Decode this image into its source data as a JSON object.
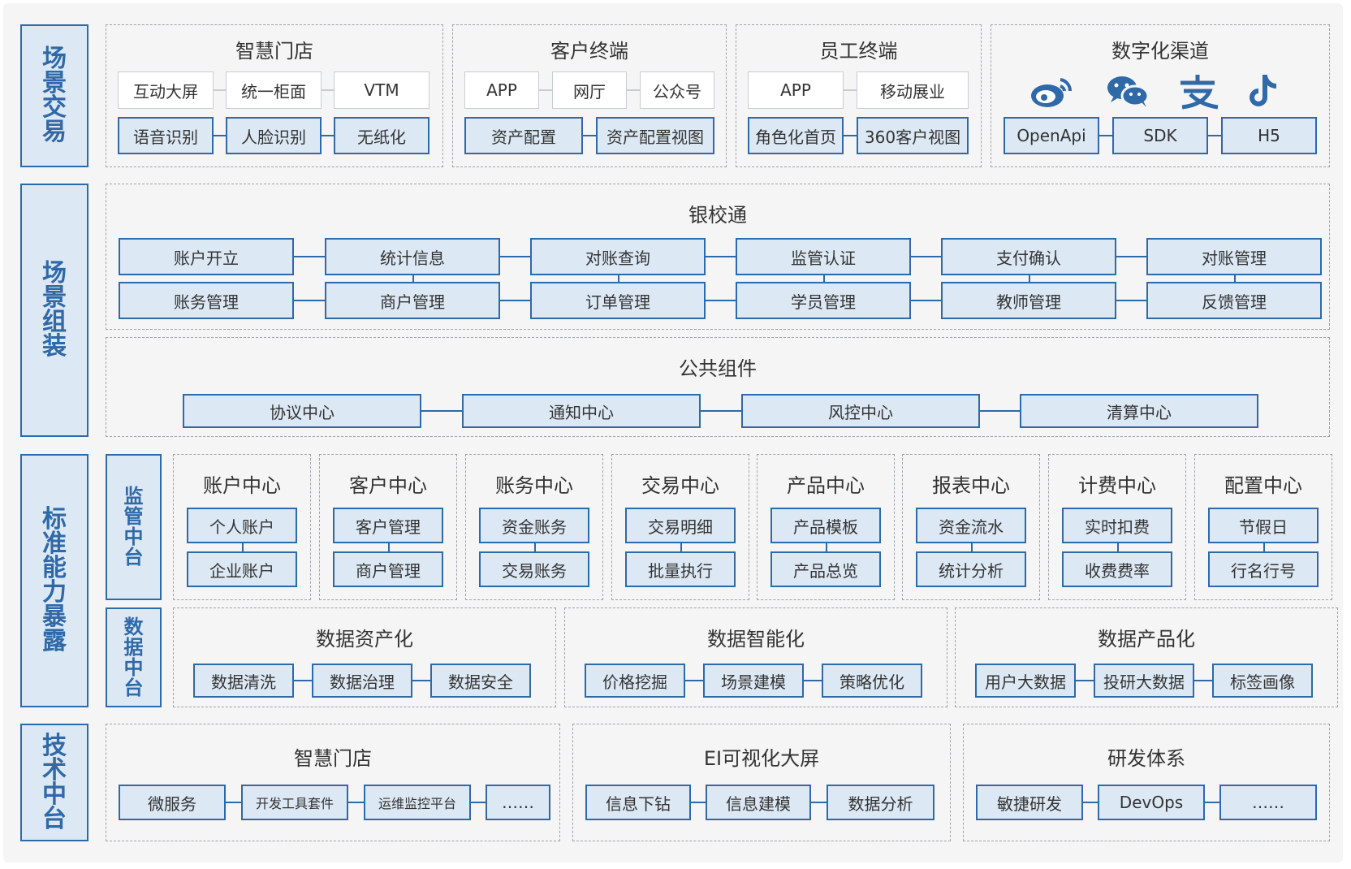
{
  "layers": [
    "场景交易",
    "场景组装",
    "标准能力暴露",
    "技术中台"
  ],
  "sub_layers": [
    "监管中台",
    "数据中台"
  ],
  "scene_transaction": {
    "smart_store": {
      "title": "智慧门店",
      "row1": [
        "互动大屏",
        "统一柜面",
        "VTM"
      ],
      "row2": [
        "语音识别",
        "人脸识别",
        "无纸化"
      ]
    },
    "client_terminal": {
      "title": "客户终端",
      "row1": [
        "APP",
        "网厅",
        "公众号"
      ],
      "row2": [
        "资产配置",
        "资产配置视图"
      ]
    },
    "staff_terminal": {
      "title": "员工终端",
      "row1": [
        "APP",
        "移动展业"
      ],
      "row2": [
        "角色化首页",
        "360客户视图"
      ]
    },
    "digital_channel": {
      "title": "数字化渠道",
      "icons": [
        "weibo-icon",
        "wechat-icon",
        "alipay-icon",
        "tiktok-icon"
      ],
      "row2": [
        "OpenApi",
        "SDK",
        "H5"
      ]
    }
  },
  "scene_assembly": {
    "yinxiaotong": {
      "title": "银校通",
      "row1": [
        "账户开立",
        "统计信息",
        "对账查询",
        "监管认证",
        "支付确认",
        "对账管理"
      ],
      "row2": [
        "账务管理",
        "商户管理",
        "订单管理",
        "学员管理",
        "教师管理",
        "反馈管理"
      ]
    },
    "public": {
      "title": "公共组件",
      "items": [
        "协议中心",
        "通知中心",
        "风控中心",
        "清算中心"
      ]
    }
  },
  "capability": {
    "centers": [
      {
        "title": "账户中心",
        "items": [
          "个人账户",
          "企业账户"
        ]
      },
      {
        "title": "客户中心",
        "items": [
          "客户管理",
          "商户管理"
        ]
      },
      {
        "title": "账务中心",
        "items": [
          "资金账务",
          "交易账务"
        ]
      },
      {
        "title": "交易中心",
        "items": [
          "交易明细",
          "批量执行"
        ]
      },
      {
        "title": "产品中心",
        "items": [
          "产品模板",
          "产品总览"
        ]
      },
      {
        "title": "报表中心",
        "items": [
          "资金流水",
          "统计分析"
        ]
      },
      {
        "title": "计费中心",
        "items": [
          "实时扣费",
          "收费费率"
        ]
      },
      {
        "title": "配置中心",
        "items": [
          "节假日",
          "行名行号"
        ]
      }
    ],
    "data_groups": [
      {
        "title": "数据资产化",
        "items": [
          "数据清洗",
          "数据治理",
          "数据安全"
        ]
      },
      {
        "title": "数据智能化",
        "items": [
          "价格挖掘",
          "场景建模",
          "策略优化"
        ]
      },
      {
        "title": "数据产品化",
        "items": [
          "用户大数据",
          "投研大数据",
          "标签画像"
        ]
      }
    ]
  },
  "tech": {
    "groups": [
      {
        "title": "智慧门店",
        "items": [
          "微服务",
          "开发工具套件",
          "运维监控平台",
          "……"
        ]
      },
      {
        "title": "EI可视化大屏",
        "items": [
          "信息下钻",
          "信息建模",
          "数据分析"
        ]
      },
      {
        "title": "研发体系",
        "items": [
          "敏捷研发",
          "DevOps",
          "……"
        ]
      }
    ]
  },
  "colors": {
    "accent": "#2f69a8",
    "box_fill": "#dce8f4",
    "panel_border": "#9fa3a8"
  }
}
